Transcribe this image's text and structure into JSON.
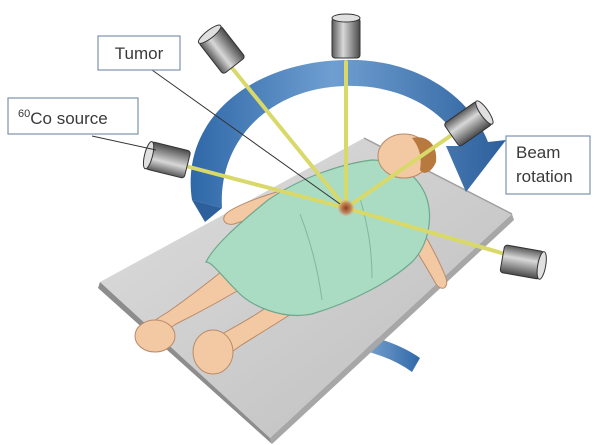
{
  "labels": {
    "tumor": "Tumor",
    "source_superscript": "60",
    "source_text": "Co source",
    "beam_line1": "Beam",
    "beam_line2": "rotation"
  },
  "colors": {
    "beam": "#d9d96a",
    "arrow": "#3f79b8",
    "table": "#c9c9c9",
    "gown": "#a9dcc3",
    "skin": "#f3c9a4",
    "label_border": "#7c93ad"
  }
}
